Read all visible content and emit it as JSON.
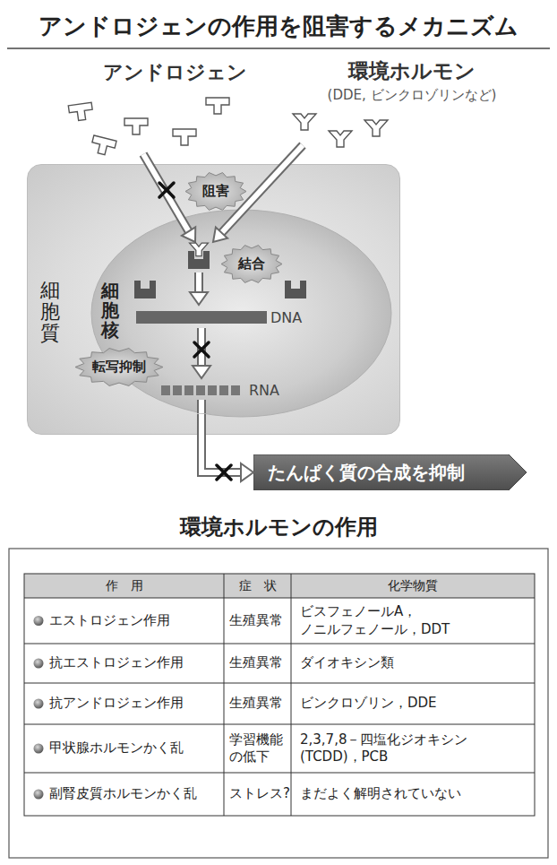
{
  "diagram": {
    "title": "アンドロジェンの作用を阻害するメカニズム",
    "nodes": [
      {
        "text": [
          "細胞質"
        ]
      },
      {
        "text": [
          "阻害"
        ],
        "in": 0
      },
      {
        "text": [
          "細胞核"
        ],
        "in": 0
      },
      {
        "text": [
          "結合"
        ],
        "in": 2
      },
      {
        "text": [
          "転写抑制"
        ],
        "in": 2
      },
      {
        "text": [
          "たんぱく質の合成を抑制"
        ]
      }
    ],
    "edges": [
      {
        "from": 2,
        "to": 5,
        "arrow": "to"
      }
    ],
    "labels": [
      "アンドロジェン",
      "環境ホルモン",
      "(DDE, ビンクロゾリンなど)",
      "DNA",
      "RNA",
      "環境ホルモンの作用",
      "作　用",
      "症　状",
      "化学物質",
      "エストロジェン作用",
      "生殖異常",
      "ビスフェノールA， ノニルフェノール，DDT",
      "抗エストロジェン作用",
      "生殖異常",
      "ダイオキシン類",
      "抗アンドロジェン作用",
      "生殖異常",
      "ビンクロゾリン，DDE",
      "甲状腺ホルモンかく乱",
      "学習機能 の低下",
      "2,3,7,8－四塩化ジオキシン (TCDD)，PCB",
      "副腎皮質ホルモンかく乱",
      "ストレス?",
      "まだよく解明されていない"
    ]
  }
}
